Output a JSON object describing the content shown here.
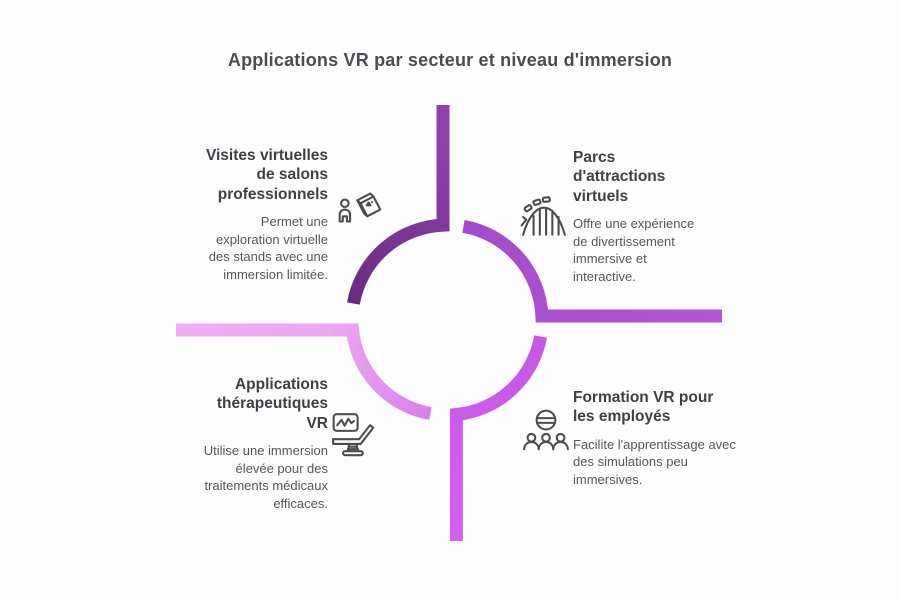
{
  "title": "Applications VR par secteur et niveau d'immersion",
  "colors": {
    "background": "#fdfdfe",
    "title_text": "#4a4c51",
    "heading_text": "#3d4045",
    "body_text": "#56575c",
    "icon_stroke": "#4c4c4c",
    "segment_top_left_start": "#8f42ab",
    "segment_top_left_end": "#6c2a84",
    "segment_top_right_start": "#a54bca",
    "segment_top_right_end": "#b355d8",
    "segment_bottom_right_start": "#c558e5",
    "segment_bottom_right_end": "#d162ef",
    "segment_bottom_left_start": "#f3adf6",
    "segment_bottom_left_end": "#d981ee"
  },
  "sections": [
    {
      "id": "top-left",
      "title": "Visites virtuelles de salons professionnels",
      "description": "Permet une exploration virtuelle des stands avec une immersion limitée.",
      "icon": "exhibition-booth-person-icon"
    },
    {
      "id": "top-right",
      "title": "Parcs d'attractions virtuels",
      "description": "Offre une expérience de divertissement immersive et interactive.",
      "icon": "roller-coaster-icon"
    },
    {
      "id": "bottom-left",
      "title": "Applications thérapeutiques VR",
      "description": "Utilise une immersion élevée pour des traitements médicaux efficaces.",
      "icon": "therapy-chair-icon"
    },
    {
      "id": "bottom-right",
      "title": "Formation VR pour les employés",
      "description": "Facilite l'apprentissage avec des simulations peu immersives.",
      "icon": "vr-training-group-icon"
    }
  ]
}
